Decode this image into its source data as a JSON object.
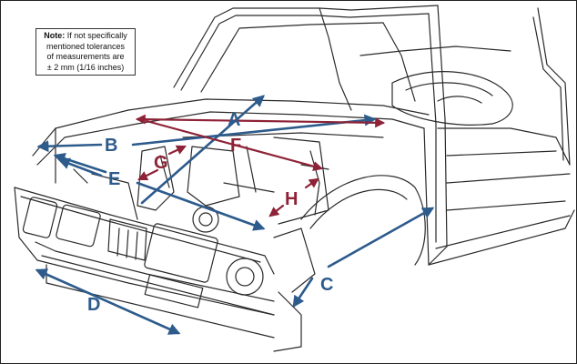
{
  "note": {
    "prefix": "Note:",
    "line1": "If not specifically",
    "line2": "mentioned tolerances",
    "line3": "of measurements are",
    "line4": "± 2 mm (1/16 inches)"
  },
  "colors": {
    "blue_arrow": "#2d5b8c",
    "red_arrow": "#8e2236",
    "line_art": "#2a2a2a"
  },
  "labels": {
    "A": "A",
    "B": "B",
    "C": "C",
    "D": "D",
    "E": "E",
    "F": "F",
    "G": "G",
    "H": "H"
  }
}
